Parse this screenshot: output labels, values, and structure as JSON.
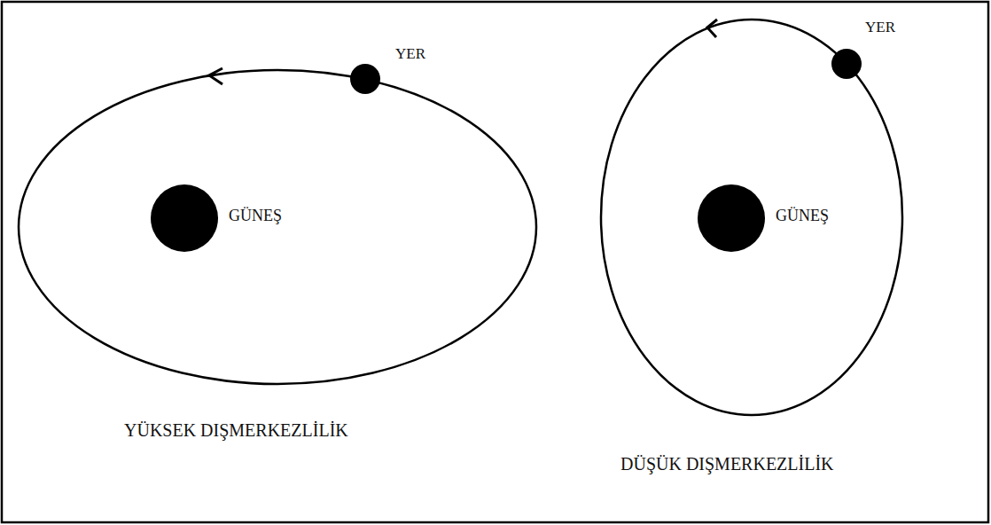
{
  "diagram": {
    "labels": [
      "YER",
      "GÜNEŞ",
      "YÜKSEK DIŞMERKEZLİLİK",
      "YER",
      "GÜNEŞ",
      "DÜŞÜK DIŞMERKEZLİLİK"
    ]
  }
}
